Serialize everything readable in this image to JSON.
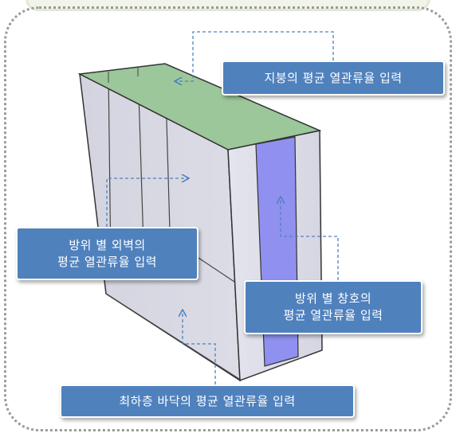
{
  "labels": {
    "roof": "지붕의 평균 열관류율 입력",
    "wall": "방위 별 외벽의\n평균 열관류율 입력",
    "window": "방위 별 창호의\n평균 열관류율 입력",
    "floor": "최하층 바닥의 평균 열관류율 입력"
  },
  "colors": {
    "roof": "#9bc79a",
    "wall": "#d9d9e3",
    "wall_side": "#dcdde8",
    "window_glass": "#9090f0",
    "label_fill": "#4f81bd",
    "dash_line": "#4f81bd",
    "frame_dots": "#9a9a9a"
  }
}
